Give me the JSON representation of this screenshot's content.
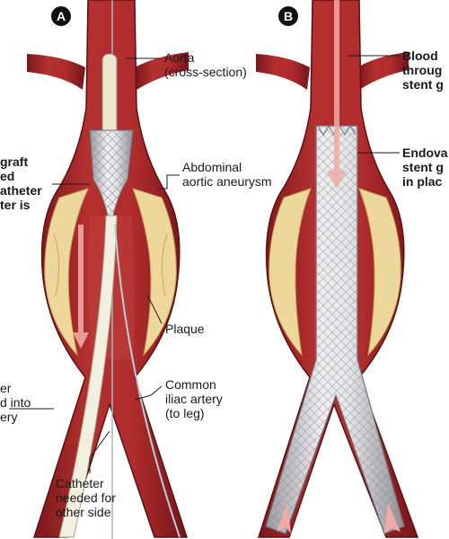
{
  "panels": {
    "a": {
      "badge": "A"
    },
    "b": {
      "badge": "B"
    }
  },
  "labels": {
    "aorta": [
      "Aorta",
      "(cross-section)"
    ],
    "aneurysm": [
      "Abdominal",
      "aortic aneurysm"
    ],
    "plaque": [
      "Plaque"
    ],
    "iliac": [
      "Common",
      "iliac artery",
      "(to leg)"
    ],
    "catheter_other": [
      "Catheter",
      "needed for",
      "other side"
    ],
    "graft_cut": [
      "graft",
      "ed",
      "atheter",
      "ter is"
    ],
    "inserted_cut": [
      "er",
      "d into",
      "ery"
    ],
    "blood_cut": [
      "Blood",
      "throug",
      "stent g"
    ],
    "endo_cut": [
      "Endova",
      "stent g",
      "in plac"
    ]
  },
  "colors": {
    "artery": "#a3262a",
    "artery_dark": "#7d1a1e",
    "lumen": "#c84a46",
    "plaque": "#eed79a",
    "stent": "#d9d9dc"
  }
}
